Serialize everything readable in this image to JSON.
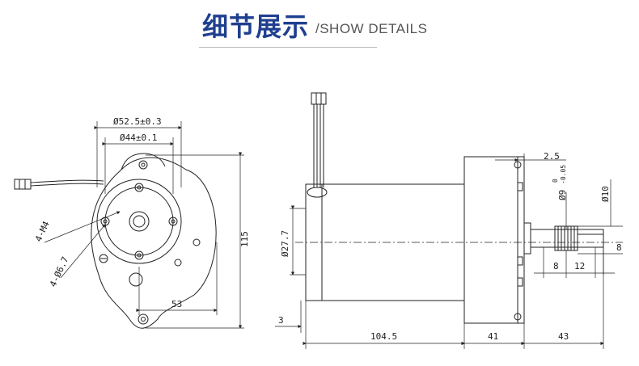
{
  "header": {
    "title_cn": "细节展示",
    "title_en": "/SHOW DETAILS"
  },
  "front_view": {
    "dim_outer_dia": "Ø52.5±0.3",
    "dim_inner_dia": "Ø44±0.1",
    "dim_height": "115",
    "dim_offset": "53",
    "label_thread": "4-M4",
    "label_holes": "4-Ø6.7"
  },
  "side_view": {
    "dim_shaft_step": "2.5",
    "dim_shaft_dia": "Ø9",
    "tol_upper": "0",
    "tol_lower": "-0.05",
    "dim_knurl_dia": "Ø10",
    "dim_motor_dia": "Ø27.7",
    "dim_flat": "8",
    "dim_8": "8",
    "dim_12": "12",
    "dim_3": "3",
    "dim_body": "104.5",
    "dim_gearbox": "41",
    "dim_shaft_len": "43"
  },
  "colors": {
    "title": "#1f3f8f",
    "line": "#222222"
  }
}
